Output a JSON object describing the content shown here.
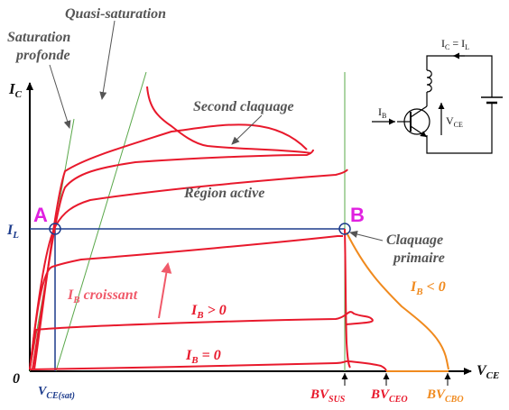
{
  "annotations": {
    "quasi_saturation": "Quasi-saturation",
    "saturation_line1": "Saturation",
    "saturation_line2": "profonde",
    "second_claquage": "Second claquage",
    "region_active": "Région active",
    "claquage_line1": "Claquage",
    "claquage_line2": "primaire"
  },
  "axes": {
    "y_main": "I",
    "y_sub": "C",
    "x_main": "V",
    "x_sub": "CE",
    "origin": "0"
  },
  "points": {
    "a": "A",
    "b": "B",
    "il_main": "I",
    "il_sub": "L"
  },
  "curve_labels": {
    "ib_croissant_main": "I",
    "ib_croissant_sub": "B",
    "ib_croissant_text": " croissant",
    "ib_pos_main": "I",
    "ib_pos_sub": "B",
    "ib_pos_text": " > 0",
    "ib_zero_main": "I",
    "ib_zero_sub": "B",
    "ib_zero_text": " = 0",
    "ib_neg_main": "I",
    "ib_neg_sub": "B",
    "ib_neg_text": " < 0"
  },
  "x_ticks": {
    "vce_sat_main": "V",
    "vce_sat_sub": "CE(sat)",
    "bv_sus_main": "BV",
    "bv_sus_sub": "SUS",
    "bv_ceo_main": "BV",
    "bv_ceo_sub": "CEO",
    "bv_cbo_main": "BV",
    "bv_cbo_sub": "CBO"
  },
  "circuit": {
    "ic_eq_il": "I",
    "ic_sub": "C",
    "eq": " = I",
    "il_sub": "L",
    "ib_main": "I",
    "ib_sub": "B",
    "vce_main": "V",
    "vce_sub": "CE"
  },
  "colors": {
    "curve": "#e8192c",
    "line_green": "#5aa84a",
    "line_blue": "#1d3c8c",
    "breakdown": "#f08a1e",
    "point_label": "#e020e0"
  }
}
